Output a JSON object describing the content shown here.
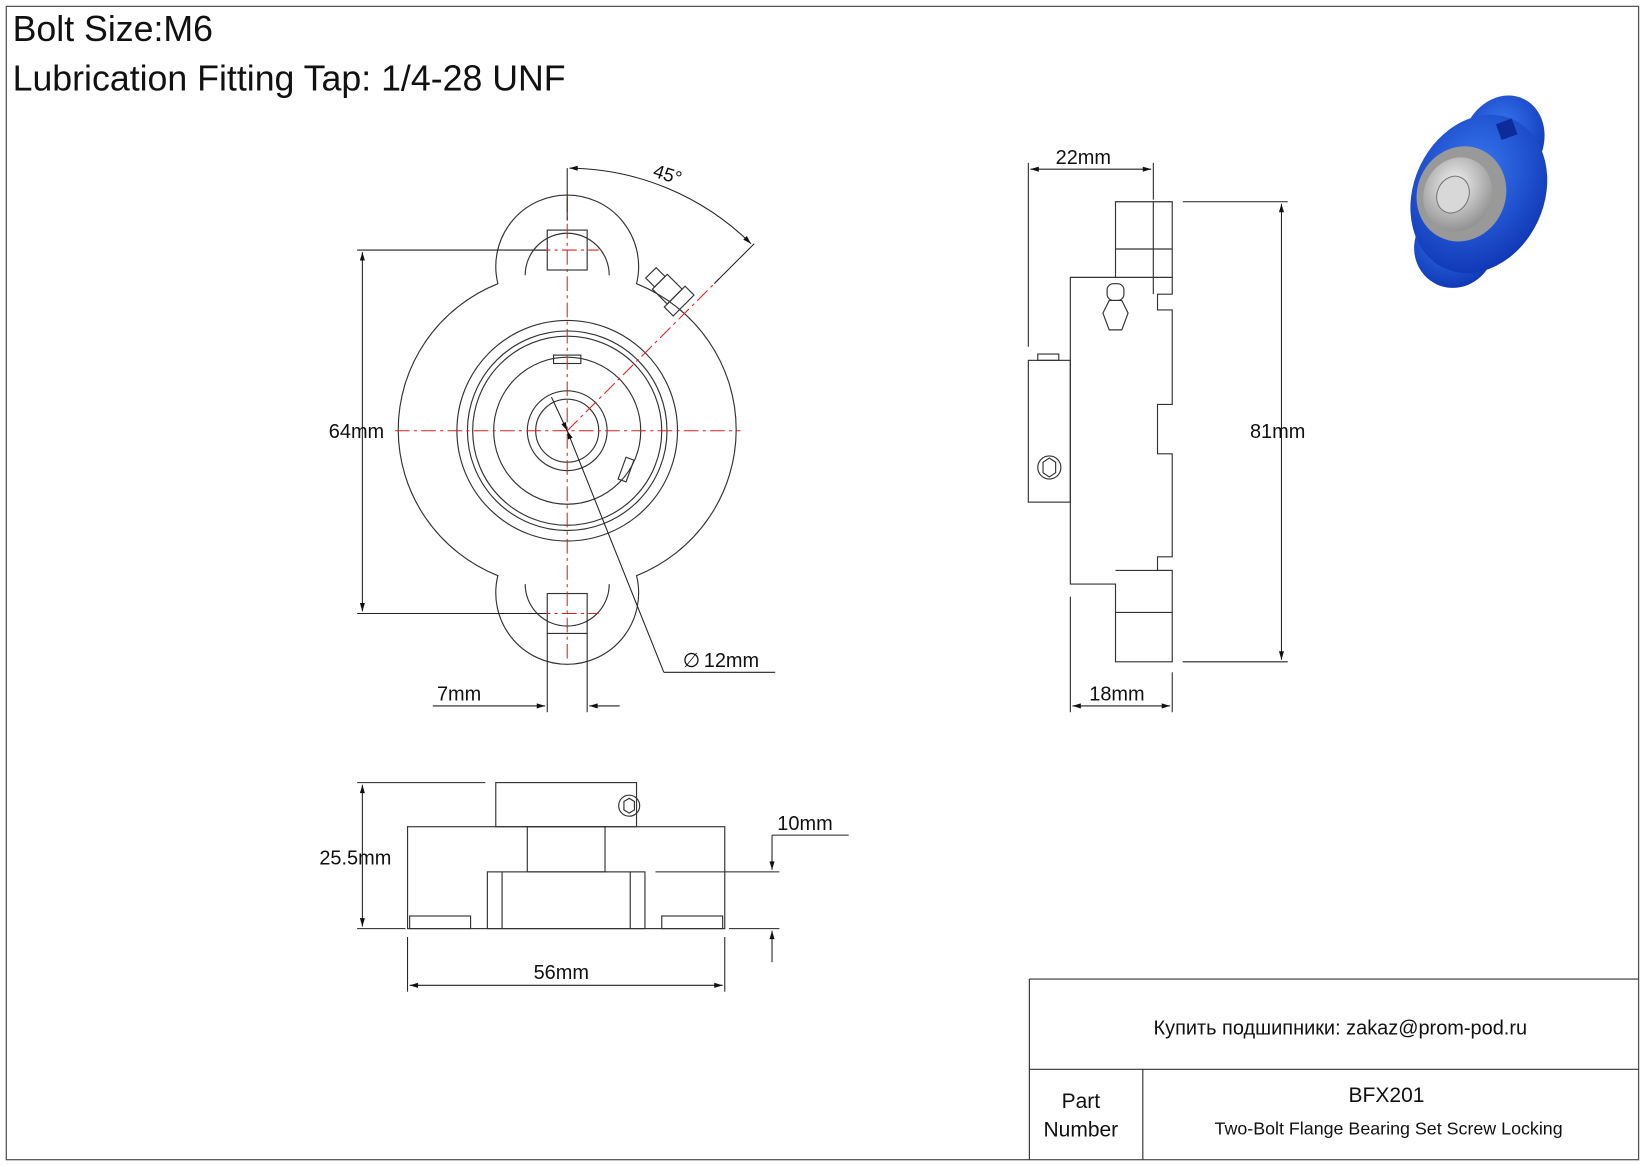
{
  "header": {
    "bolt_size": "Bolt Size:M6",
    "lubrication": "Lubrication Fitting Tap: 1/4-28 UNF"
  },
  "front_view": {
    "angle": "45°",
    "height": "64mm",
    "bore": "12mm",
    "bore_symbol": "∅",
    "slot": "7mm"
  },
  "side_view": {
    "top_width": "22mm",
    "total_height": "81mm",
    "bottom_width": "18mm"
  },
  "bottom_view": {
    "height": "25.5mm",
    "flange": "10mm",
    "width": "56mm"
  },
  "title_block": {
    "contact": "Купить подшипники: zakaz@prom-pod.ru",
    "part_label": "Part Number",
    "part_number": "BFX201",
    "description": "Two-Bolt Flange Bearing Set Screw Locking"
  },
  "colors": {
    "housing": "#1a4fd8",
    "centerline": "#e02020"
  }
}
